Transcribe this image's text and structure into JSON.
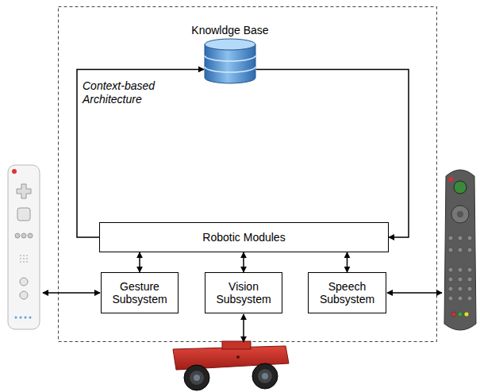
{
  "diagram": {
    "nodes": [
      {
        "text": [
          "Knowldge Base"
        ]
      },
      {
        "text": [
          "Robotic Modules"
        ]
      },
      {
        "text": [
          "Gesture Subsystem"
        ]
      },
      {
        "text": [
          "Vision Subsystem"
        ]
      },
      {
        "text": [
          "Speech Subsystem"
        ]
      }
    ],
    "edges": [
      {
        "from": 1,
        "to": 0,
        "arrow": "to",
        "label": "Context-based Architecture"
      },
      {
        "from": 0,
        "to": 1,
        "arrow": "to"
      },
      {
        "from": 1,
        "to": 2,
        "arrow": "both"
      },
      {
        "from": 1,
        "to": 3,
        "arrow": "both"
      },
      {
        "from": 1,
        "to": 4,
        "arrow": "both"
      }
    ]
  }
}
